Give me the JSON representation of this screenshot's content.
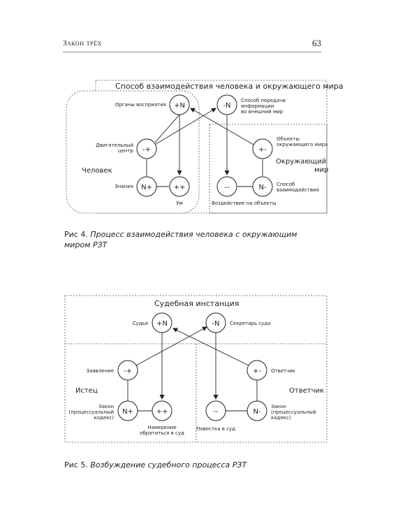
{
  "header": {
    "running_title": "Закон трёх",
    "page_number": "63"
  },
  "figure4": {
    "title": "Способ взаимодействия человека и окружающего мира",
    "left_region": "Человек",
    "right_region_line1": "Окружающий",
    "right_region_line2": "мир",
    "nodes": {
      "plus_n": "+N",
      "minus_n": "-N",
      "minus_plus": "-+",
      "plus_minus": "+-",
      "n_plus": "N+",
      "plus_plus": "++",
      "minus_minus": "--",
      "n_minus": "N-"
    },
    "labels": {
      "perception": "Органы восприятия",
      "transfer_1": "Способ передачи",
      "transfer_2": "информации",
      "transfer_3": "во внешний мир",
      "motor_1": "Двигательный",
      "motor_2": "центр",
      "objects_1": "Объекты",
      "objects_2": "окружающего мира",
      "knowledge": "Знания",
      "mind": "Ум",
      "action": "Воздействие на объекты",
      "interaction_1": "Способ",
      "interaction_2": "взаимодействия"
    },
    "caption_number": "Рис 4.",
    "caption_line1": "Процесс взаимодействия человека с окружающим",
    "caption_line2": "миром РЗТ"
  },
  "figure5": {
    "title": "Судебная инстанция",
    "left_region": "Истец",
    "right_region": "Ответчик",
    "nodes": {
      "plus_n": "+N",
      "minus_n": "-N",
      "minus_plus": "-+",
      "plus_minus": "+-",
      "n_plus": "N+",
      "plus_plus": "++",
      "minus_minus": "--",
      "n_minus": "N-"
    },
    "labels": {
      "judge": "Судья",
      "secretary": "Секретарь суда",
      "statement": "Заявление",
      "defendant": "Ответчик",
      "law_left_1": "Закон",
      "law_left_2": "(процессуальный",
      "law_left_3": "кодекс)",
      "law_right_1": "Закон",
      "law_right_2": "(процессуальный",
      "law_right_3": "кодекс)",
      "intent_1": "Намерение",
      "intent_2": "обратиться в суд",
      "summons": "Повестка в суд"
    },
    "caption_number": "Рис 5.",
    "caption_line1": "Возбуждение судебного процесса РЗТ"
  }
}
